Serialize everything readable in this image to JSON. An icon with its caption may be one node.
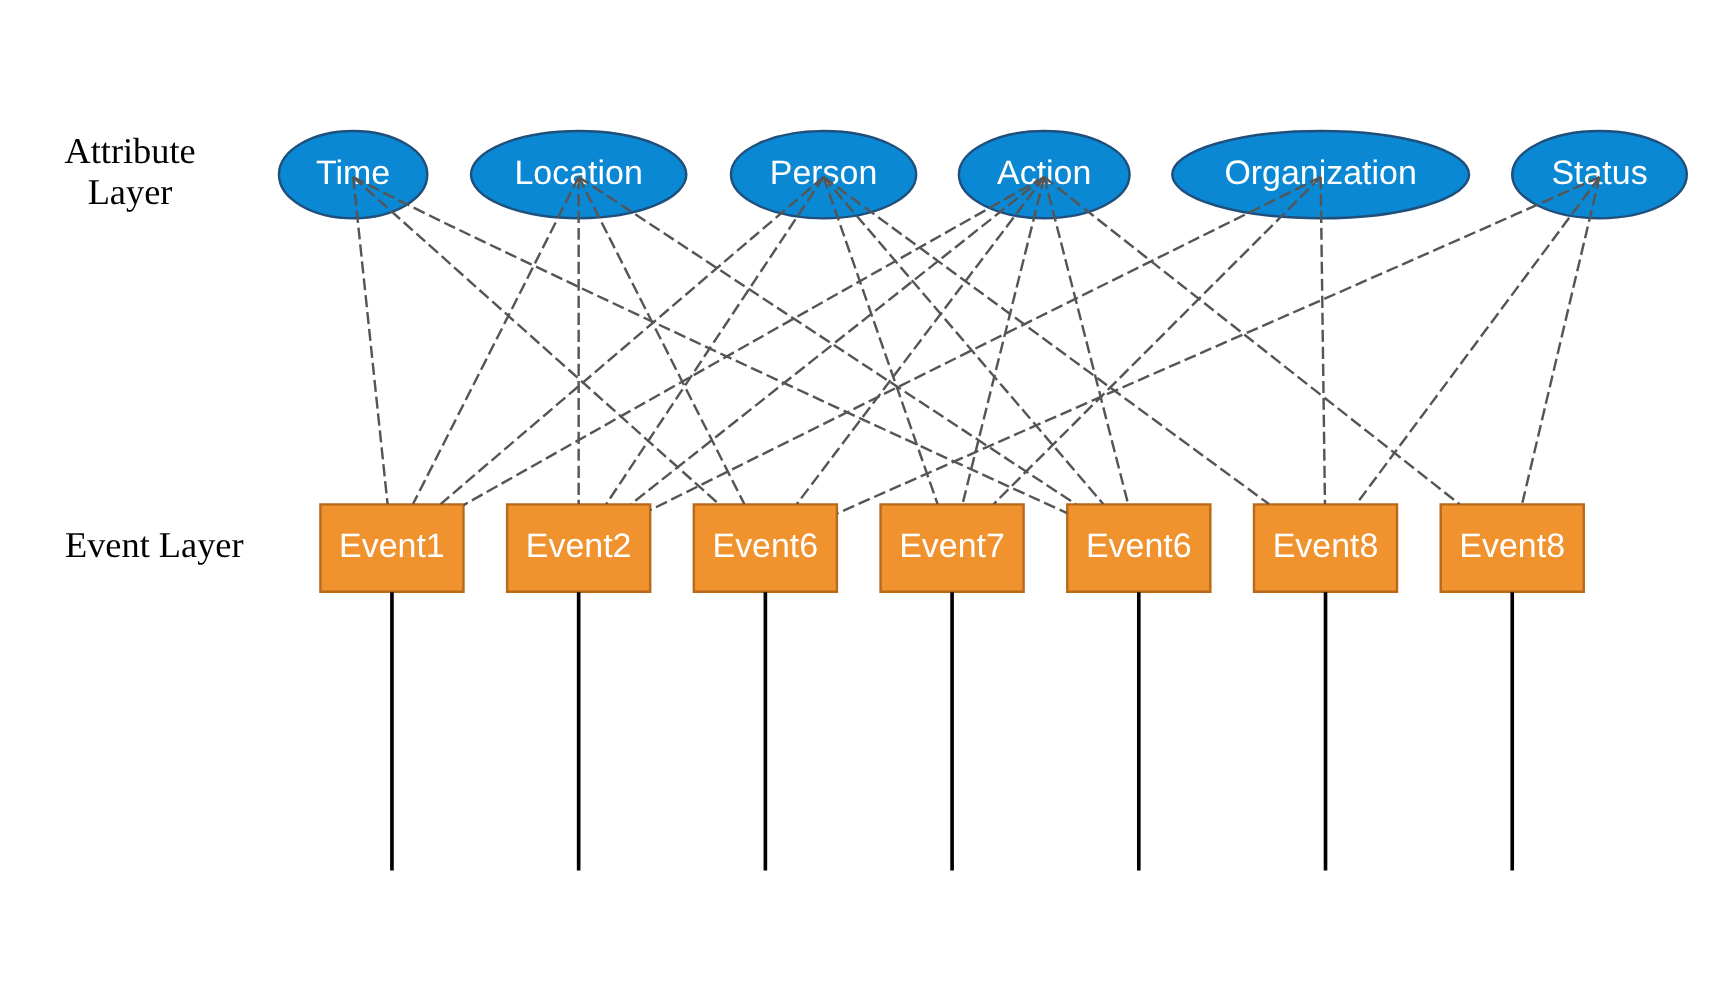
{
  "diagram": {
    "nodes": [
      {
        "text": [
          "Time"
        ]
      },
      {
        "text": [
          "Location"
        ]
      },
      {
        "text": [
          "Person"
        ]
      },
      {
        "text": [
          "Action"
        ]
      },
      {
        "text": [
          "Organization"
        ]
      },
      {
        "text": [
          "Status"
        ]
      },
      {
        "text": [
          "Event1"
        ]
      },
      {
        "text": [
          "Event2"
        ]
      },
      {
        "text": [
          "Event6"
        ]
      },
      {
        "text": [
          "Event7"
        ]
      },
      {
        "text": [
          "Event6"
        ]
      },
      {
        "text": [
          "Event8"
        ]
      },
      {
        "text": [
          "Event8"
        ]
      }
    ],
    "edges": [
      {
        "from": 0,
        "to": 6,
        "arrow": "none",
        "style": "dashed"
      },
      {
        "from": 0,
        "to": 8,
        "arrow": "none",
        "style": "dashed"
      },
      {
        "from": 0,
        "to": 10,
        "arrow": "none",
        "style": "dashed"
      },
      {
        "from": 1,
        "to": 6,
        "arrow": "none",
        "style": "dashed"
      },
      {
        "from": 1,
        "to": 7,
        "arrow": "none",
        "style": "dashed"
      },
      {
        "from": 1,
        "to": 8,
        "arrow": "none",
        "style": "dashed"
      },
      {
        "from": 1,
        "to": 10,
        "arrow": "none",
        "style": "dashed"
      },
      {
        "from": 2,
        "to": 6,
        "arrow": "none",
        "style": "dashed"
      },
      {
        "from": 2,
        "to": 7,
        "arrow": "none",
        "style": "dashed"
      },
      {
        "from": 2,
        "to": 9,
        "arrow": "none",
        "style": "dashed"
      },
      {
        "from": 2,
        "to": 10,
        "arrow": "none",
        "style": "dashed"
      },
      {
        "from": 2,
        "to": 11,
        "arrow": "none",
        "style": "dashed"
      },
      {
        "from": 3,
        "to": 6,
        "arrow": "none",
        "style": "dashed"
      },
      {
        "from": 3,
        "to": 7,
        "arrow": "none",
        "style": "dashed"
      },
      {
        "from": 3,
        "to": 8,
        "arrow": "none",
        "style": "dashed"
      },
      {
        "from": 3,
        "to": 9,
        "arrow": "none",
        "style": "dashed"
      },
      {
        "from": 3,
        "to": 10,
        "arrow": "none",
        "style": "dashed"
      },
      {
        "from": 3,
        "to": 12,
        "arrow": "none",
        "style": "dashed"
      },
      {
        "from": 4,
        "to": 7,
        "arrow": "none",
        "style": "dashed"
      },
      {
        "from": 4,
        "to": 9,
        "arrow": "none",
        "style": "dashed"
      },
      {
        "from": 4,
        "to": 11,
        "arrow": "none",
        "style": "dashed"
      },
      {
        "from": 5,
        "to": 8,
        "arrow": "none",
        "style": "dashed"
      },
      {
        "from": 5,
        "to": 11,
        "arrow": "none",
        "style": "dashed"
      },
      {
        "from": 5,
        "to": 12,
        "arrow": "none",
        "style": "dashed"
      },
      {
        "from": 6,
        "to": null,
        "arrow": "none"
      },
      {
        "from": 7,
        "to": null,
        "arrow": "none"
      },
      {
        "from": 8,
        "to": null,
        "arrow": "none"
      },
      {
        "from": 9,
        "to": null,
        "arrow": "none"
      },
      {
        "from": 10,
        "to": null,
        "arrow": "none"
      },
      {
        "from": 11,
        "to": null,
        "arrow": "none"
      },
      {
        "from": 12,
        "to": null,
        "arrow": "none"
      }
    ],
    "labels": [
      "Attribute Layer",
      "Event Layer"
    ]
  }
}
